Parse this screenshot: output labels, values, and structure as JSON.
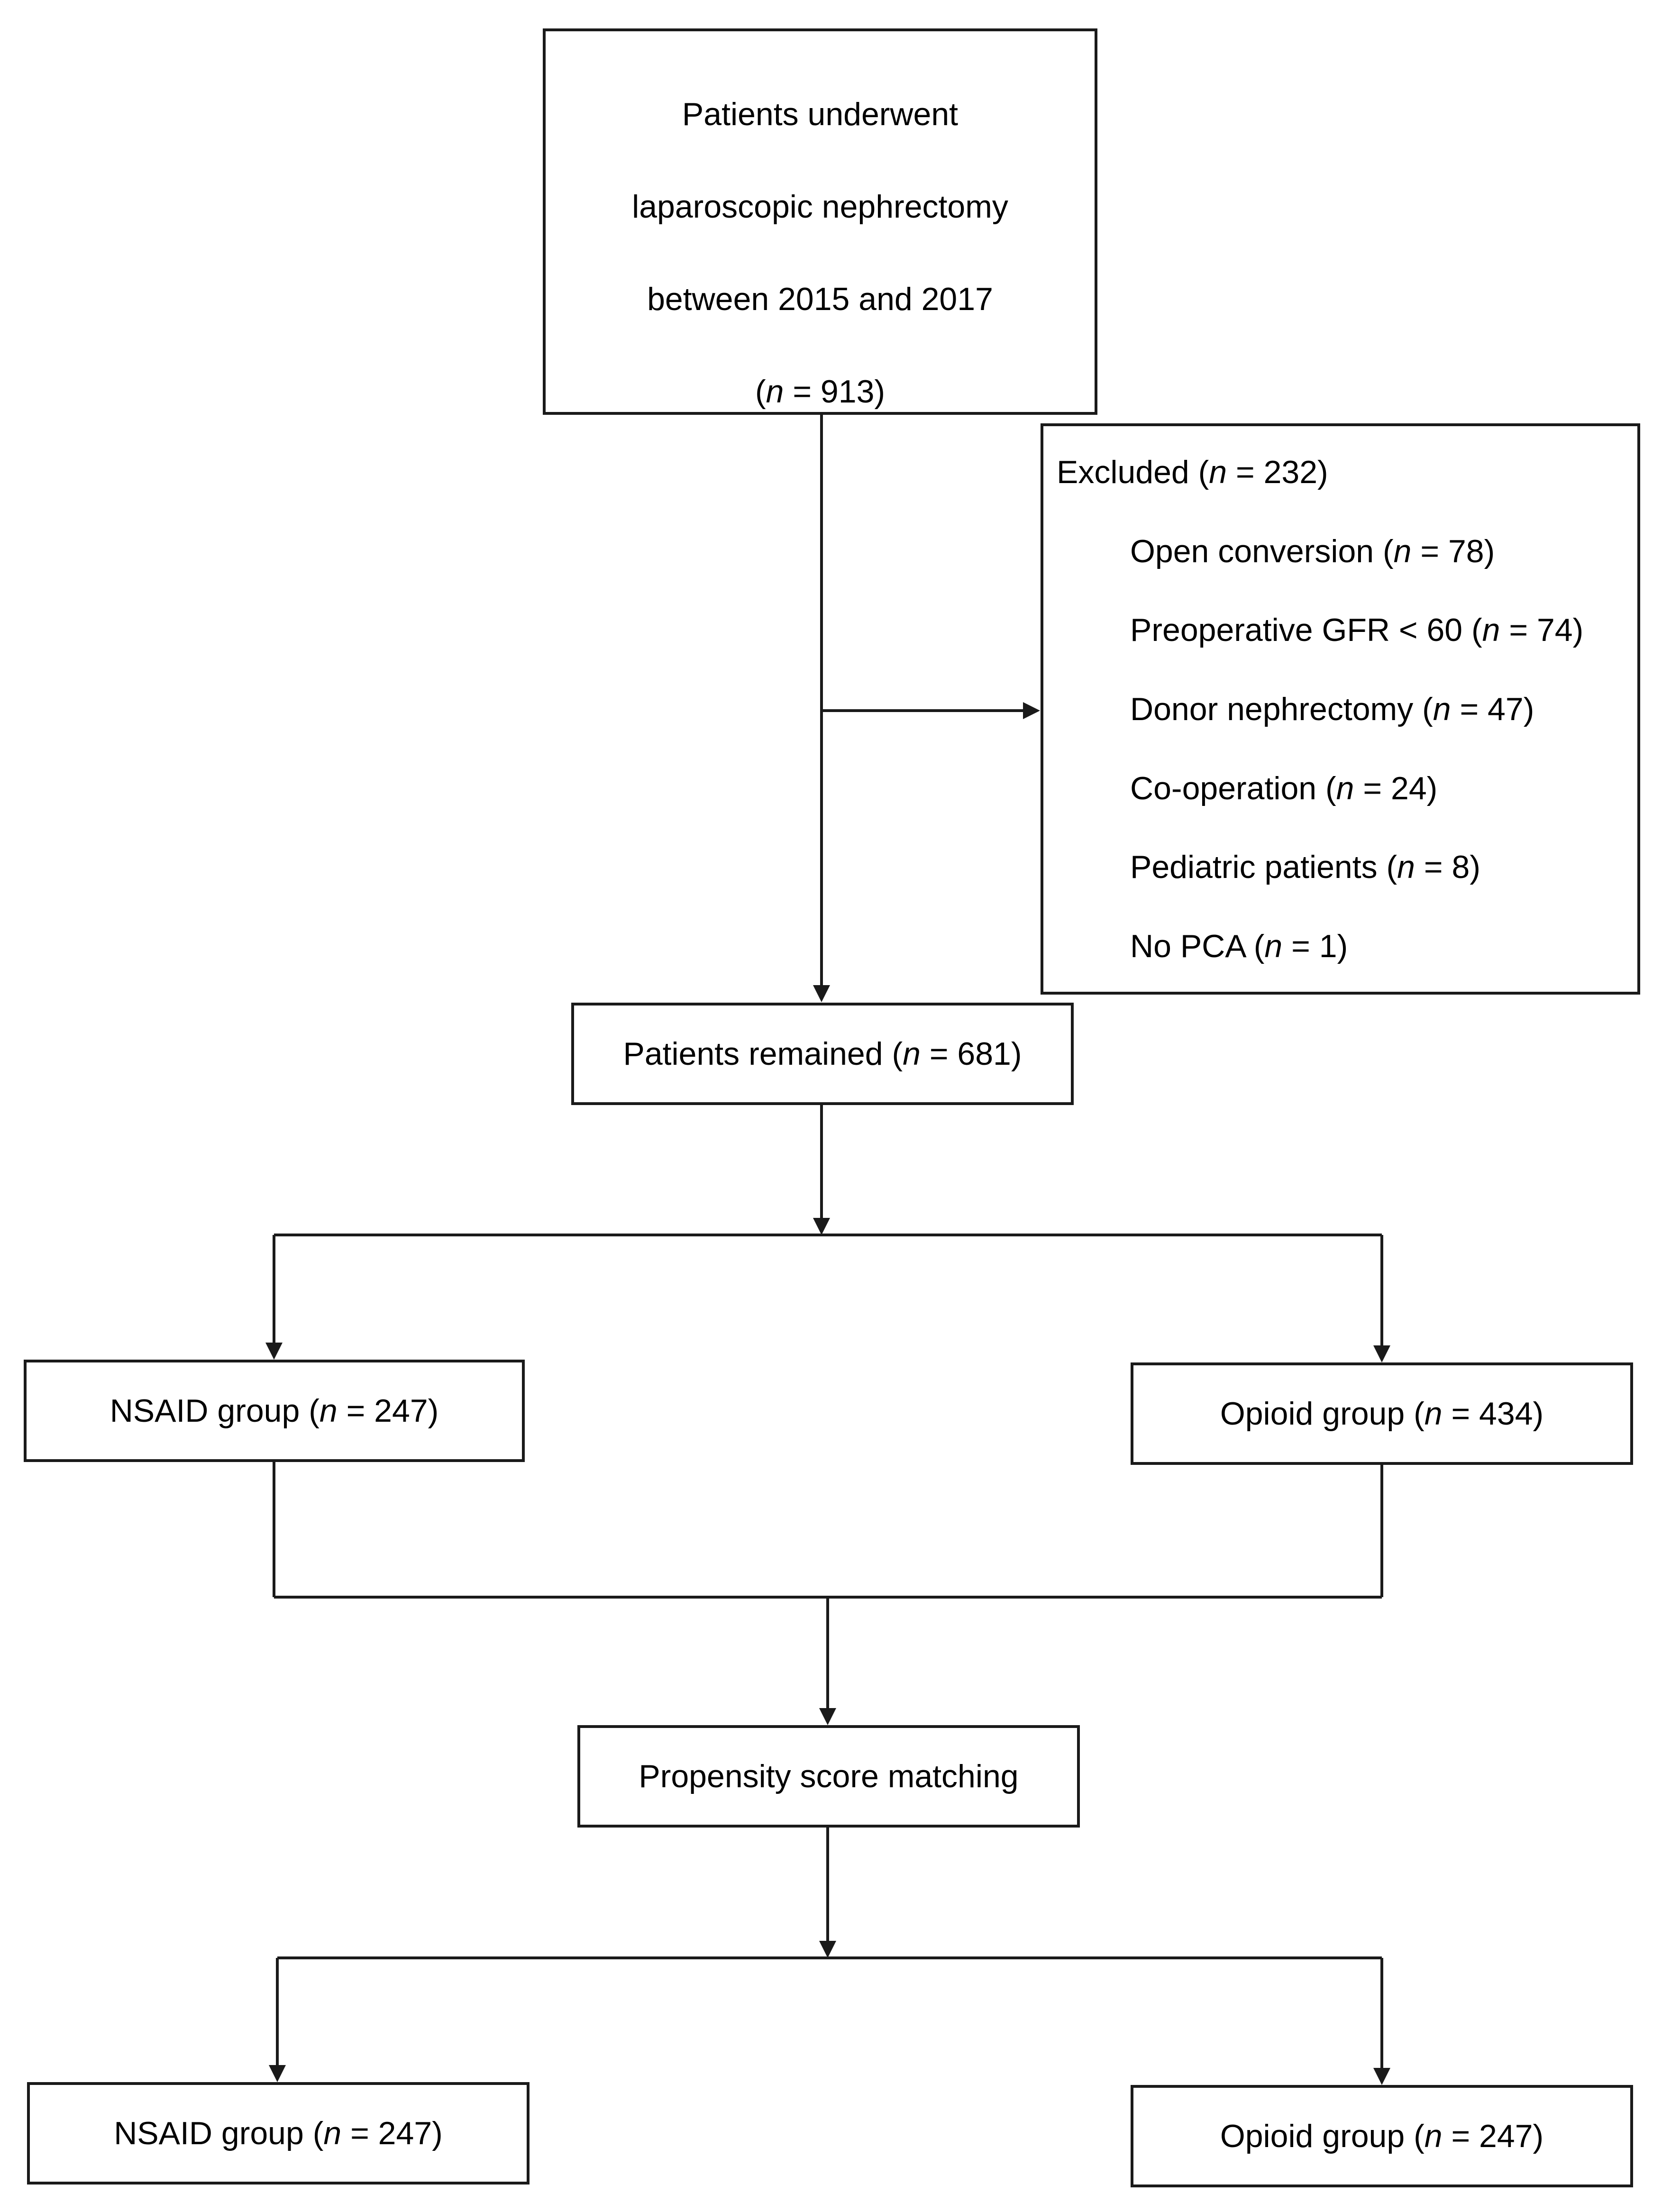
{
  "start": {
    "line1": "Patients underwent",
    "line2": "laparoscopic nephrectomy",
    "line3": "between 2015 and 2017",
    "count_pre": "(",
    "n_symbol": "n",
    "count_post": " = 913)"
  },
  "excluded": {
    "title_pre": "Excluded (",
    "title_post": " = 232)",
    "items": [
      {
        "label_pre": "Open conversion (",
        "label_post": " = 78)"
      },
      {
        "label_pre": "Preoperative GFR < 60 (",
        "label_post": " = 74)"
      },
      {
        "label_pre": "Donor nephrectomy (",
        "label_post": " = 47)"
      },
      {
        "label_pre": "Co-operation (",
        "label_post": " = 24)"
      },
      {
        "label_pre": "Pediatric patients (",
        "label_post": " = 8)"
      },
      {
        "label_pre": "No PCA (",
        "label_post": " = 1)"
      }
    ]
  },
  "remained": {
    "label_pre": "Patients remained (",
    "label_post": " = 681)"
  },
  "nsaid_before": {
    "label_pre": "NSAID group (",
    "label_post": " = 247)"
  },
  "opioid_before": {
    "label_pre": "Opioid group (",
    "label_post": " = 434)"
  },
  "matching": {
    "label": "Propensity score matching"
  },
  "nsaid_after": {
    "label_pre": "NSAID group (",
    "label_post": " = 247)"
  },
  "opioid_after": {
    "label_pre": "Opioid group (",
    "label_post": " = 247)"
  },
  "n_symbol": "n",
  "colors": {
    "line": "#1a1a1a",
    "background": "#ffffff",
    "text": "#000000"
  }
}
